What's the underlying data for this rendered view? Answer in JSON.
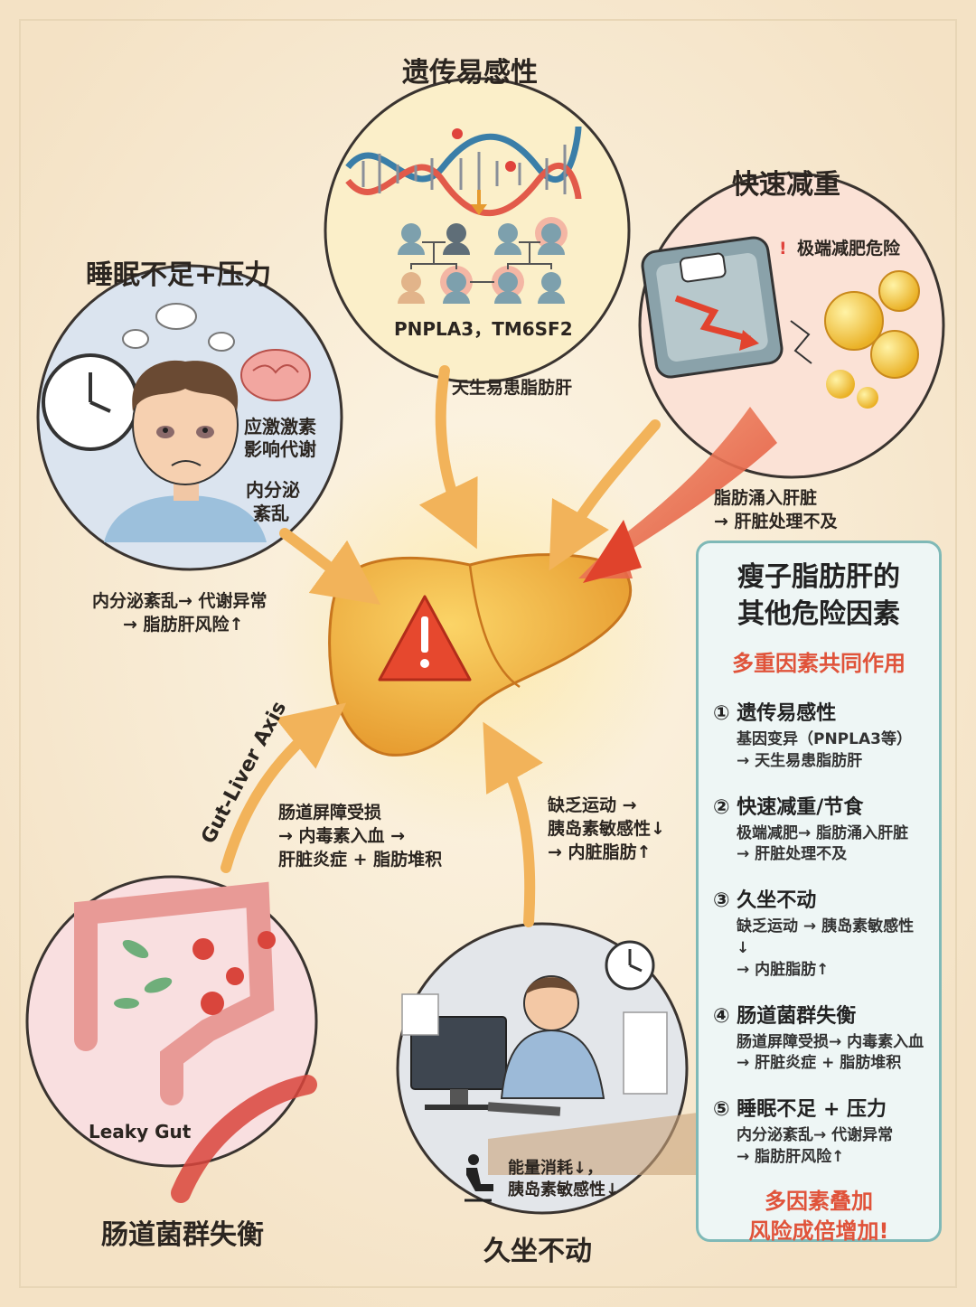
{
  "factors": {
    "genetic": {
      "title": "遗传易感性",
      "genes": "PNPLA3，TM6SF2",
      "note": "天生易患脂肪肝"
    },
    "weight_loss": {
      "title": "快速减重",
      "warning": "极端减肥危险",
      "note_line1": "脂肪涌入肝脏",
      "note_line2": "→ 肝脏处理不及"
    },
    "sleep": {
      "title": "睡眠不足+压力",
      "label1_line1": "应激激素",
      "label1_line2": "影响代谢",
      "label2_line1": "内分泌",
      "label2_line2": "紊乱",
      "note_line1": "内分泌紊乱→ 代谢异常",
      "note_line2": "→ 脂肪肝风险↑"
    },
    "gut": {
      "title": "肠道菌群失衡",
      "axis_label": "Gut-Liver Axis",
      "leaky_label": "Leaky Gut",
      "note_line1": "肠道屏障受损",
      "note_line2": "→ 内毒素入血 →",
      "note_line3": "肝脏炎症 + 脂肪堆积"
    },
    "sedentary": {
      "title": "久坐不动",
      "note_line1": "缺乏运动 →",
      "note_line2": "胰岛素敏感性↓",
      "note_line3": "→ 内脏脂肪↑",
      "caption_line1": "能量消耗↓，",
      "caption_line2": "胰岛素敏感性↓"
    }
  },
  "panel": {
    "title_line1": "瘦子脂肪肝的",
    "title_line2": "其他危险因素",
    "subtitle": "多重因素共同作用",
    "items": [
      {
        "heading": "① 遗传易感性",
        "line1": "基因变异（PNPLA3等）",
        "line2": "→ 天生易患脂肪肝"
      },
      {
        "heading": "② 快速减重/节食",
        "line1": "极端减肥→ 脂肪涌入肝脏",
        "line2": "→ 肝脏处理不及"
      },
      {
        "heading": "③ 久坐不动",
        "line1": "缺乏运动 → 胰岛素敏感性↓",
        "line2": "→ 内脏脂肪↑"
      },
      {
        "heading": "④ 肠道菌群失衡",
        "line1": "肠道屏障受损→ 内毒素入血",
        "line2": "→ 肝脏炎症 + 脂肪堆积"
      },
      {
        "heading": "⑤ 睡眠不足 + 压力",
        "line1": "内分泌紊乱→ 代谢异常",
        "line2": "→ 脂肪肝风险↑"
      }
    ],
    "footer_line1": "多因素叠加",
    "footer_line2": "风险成倍增加!"
  },
  "colors": {
    "accent": "#e0533a",
    "panel_border": "#7fb9b7",
    "liver": "#f0b43a",
    "arrow": "#f2b35a"
  },
  "icons": [
    "dna-icon",
    "family-tree-icon",
    "scale-icon",
    "fat-cell-icon",
    "clock-icon",
    "brain-icon",
    "warning-icon",
    "intestine-icon",
    "bacteria-icon",
    "computer-icon",
    "person-sitting-icon"
  ]
}
